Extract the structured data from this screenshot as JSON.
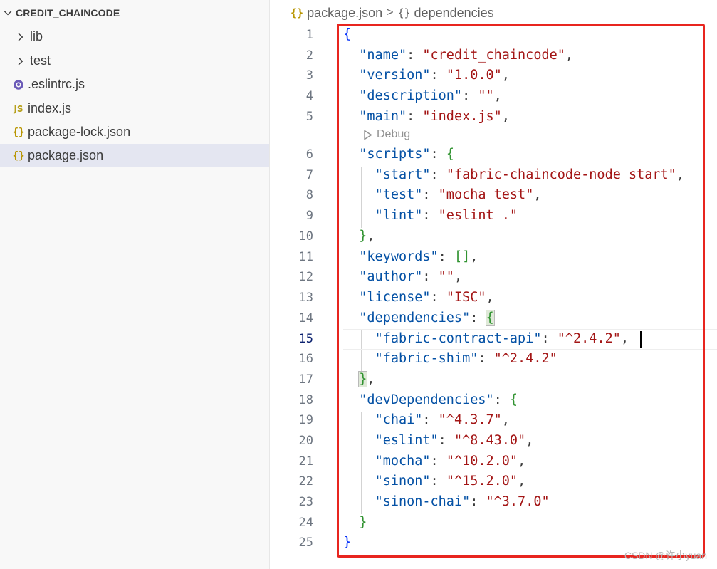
{
  "explorer": {
    "title": "CREDIT_CHAINCODE",
    "chevron_icon": "chevron-down-icon",
    "items": [
      {
        "label": "lib",
        "icon": "chevron-right-icon",
        "kind": "folder"
      },
      {
        "label": "test",
        "icon": "chevron-right-icon",
        "kind": "folder"
      },
      {
        "label": ".eslintrc.js",
        "icon": "eslint-icon",
        "kind": "file"
      },
      {
        "label": "index.js",
        "icon": "js-file-icon",
        "icon_text": "JS",
        "kind": "file"
      },
      {
        "label": "package-lock.json",
        "icon": "json-file-icon",
        "icon_text": "{}",
        "kind": "file"
      },
      {
        "label": "package.json",
        "icon": "json-file-icon",
        "icon_text": "{}",
        "kind": "file",
        "selected": true
      }
    ]
  },
  "breadcrumb": {
    "file_icon": "{}",
    "file": "package.json",
    "separator": ">",
    "symbol_icon": "{}",
    "symbol": "dependencies"
  },
  "editor": {
    "active_line": 15,
    "codelens_label": "Debug",
    "lines": [
      "1",
      "2",
      "3",
      "4",
      "5",
      "6",
      "7",
      "8",
      "9",
      "10",
      "11",
      "12",
      "13",
      "14",
      "15",
      "16",
      "17",
      "18",
      "19",
      "20",
      "21",
      "22",
      "23",
      "24",
      "25"
    ]
  },
  "code": {
    "l1": "{",
    "l2_k": "\"name\"",
    "l2_v": "\"credit_chaincode\"",
    "l3_k": "\"version\"",
    "l3_v": "\"1.0.0\"",
    "l4_k": "\"description\"",
    "l4_v": "\"\"",
    "l5_k": "\"main\"",
    "l5_v": "\"index.js\"",
    "l6_k": "\"scripts\"",
    "l6_b": "{",
    "l7_k": "\"start\"",
    "l7_v": "\"fabric-chaincode-node start\"",
    "l8_k": "\"test\"",
    "l8_v": "\"mocha test\"",
    "l9_k": "\"lint\"",
    "l9_v": "\"eslint .\"",
    "l10_b": "}",
    "l11_k": "\"keywords\"",
    "l11_b": "[]",
    "l12_k": "\"author\"",
    "l12_v": "\"\"",
    "l13_k": "\"license\"",
    "l13_v": "\"ISC\"",
    "l14_k": "\"dependencies\"",
    "l14_b": "{",
    "l15_k": "\"fabric-contract-api\"",
    "l15_v": "\"^2.4.2\"",
    "l16_k": "\"fabric-shim\"",
    "l16_v": "\"^2.4.2\"",
    "l17_b": "}",
    "l18_k": "\"devDependencies\"",
    "l18_b": "{",
    "l19_k": "\"chai\"",
    "l19_v": "\"^4.3.7\"",
    "l20_k": "\"eslint\"",
    "l20_v": "\"^8.43.0\"",
    "l21_k": "\"mocha\"",
    "l21_v": "\"^10.2.0\"",
    "l22_k": "\"sinon\"",
    "l22_v": "\"^15.2.0\"",
    "l23_k": "\"sinon-chai\"",
    "l23_v": "\"^3.7.0\"",
    "l24_b": "}",
    "l25": "}",
    "colon": ": ",
    "comma": ","
  },
  "watermark": "CSDN @许小yuan",
  "colors": {
    "highlight_border": "#e8251f",
    "json_key": "#0451a5",
    "json_string": "#a31515",
    "selected_item": "#e4e6f1"
  }
}
